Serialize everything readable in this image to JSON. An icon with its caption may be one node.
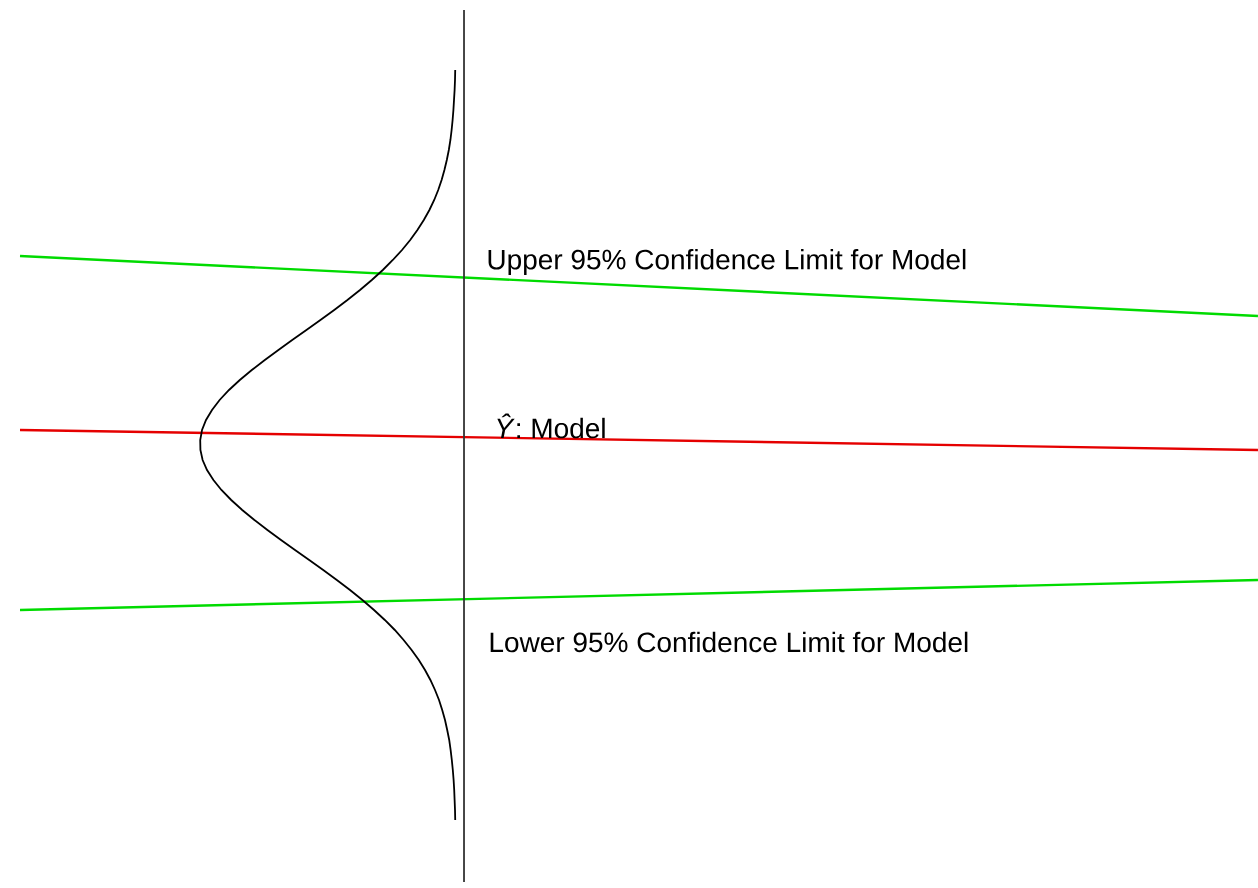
{
  "diagram": {
    "labels": [
      "Upper 95% Confidence Limit for Model",
      "*Ŷ*: Model",
      "Lower 95% Confidence Limit for Model"
    ]
  }
}
